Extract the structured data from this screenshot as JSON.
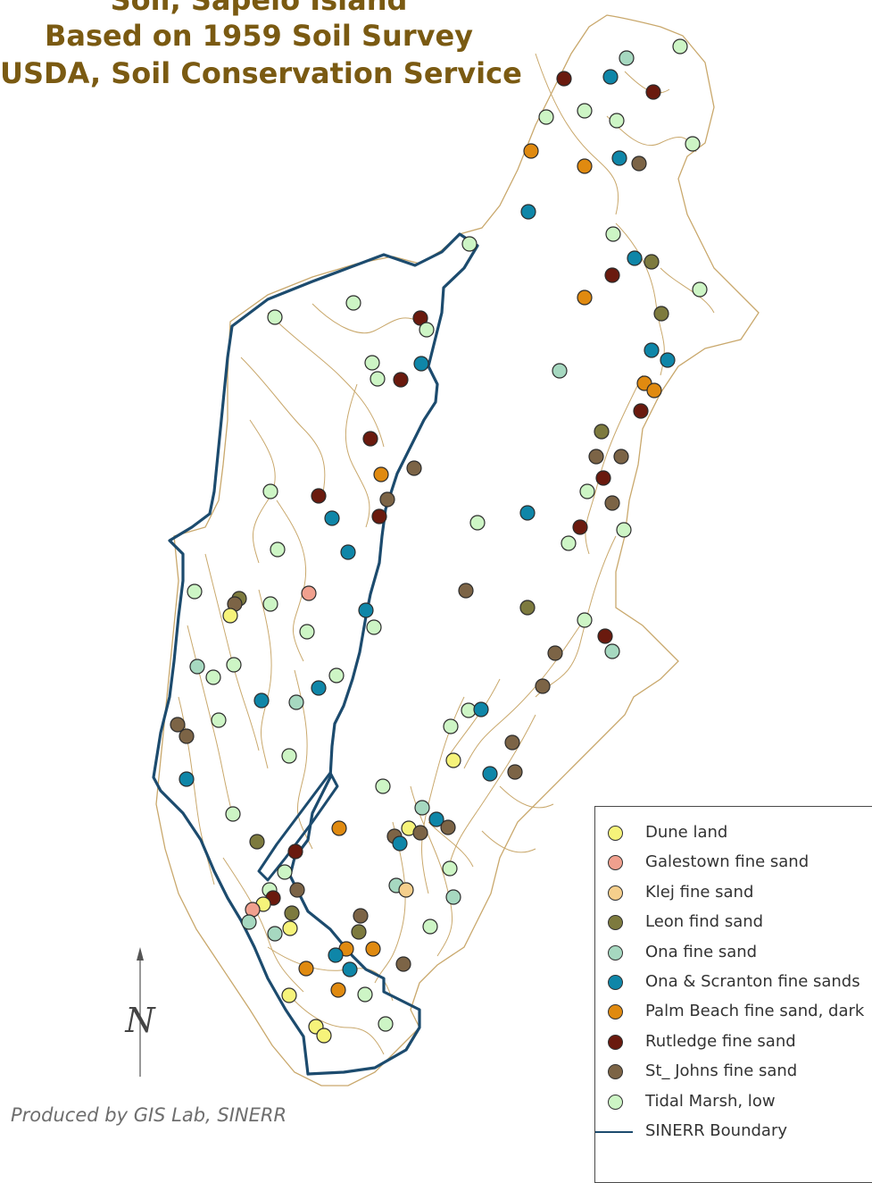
{
  "title_lines": [
    "Soil, Sapelo Island",
    "Based on 1959 Soil Survey",
    "USDA, Soil Conservation Service"
  ],
  "credit": "Produced by GIS Lab, SINERR",
  "north_arrow_label": "N",
  "colors": {
    "title": "#7a5a12",
    "soil_lines": "#c9a86c",
    "boundary": "#1c4b6e",
    "dune_land": "#f6f37a",
    "galestown": "#f0a08e",
    "klej": "#f5cf8c",
    "leon": "#7d7a3e",
    "ona": "#a6d8c0",
    "ona_scranton": "#0f86a8",
    "palm_beach": "#e08a10",
    "rutledge": "#6a1a0e",
    "st_johns": "#7c6446",
    "tidal_marsh": "#cdf5c5"
  },
  "legend": [
    {
      "key": "dune_land",
      "label": "Dune land"
    },
    {
      "key": "galestown",
      "label": "Galestown fine sand"
    },
    {
      "key": "klej",
      "label": "Klej fine sand"
    },
    {
      "key": "leon",
      "label": "Leon find sand"
    },
    {
      "key": "ona",
      "label": "Ona fine sand"
    },
    {
      "key": "ona_scranton",
      "label": "Ona & Scranton fine sands"
    },
    {
      "key": "palm_beach",
      "label": "Palm Beach fine sand, dark"
    },
    {
      "key": "rutledge",
      "label": "Rutledge fine sand"
    },
    {
      "key": "st_johns",
      "label": "St_ Johns fine sand"
    },
    {
      "key": "tidal_marsh",
      "label": "Tidal Marsh, low"
    },
    {
      "key": "boundary",
      "label": "SINERR Boundary",
      "line": true
    }
  ]
}
